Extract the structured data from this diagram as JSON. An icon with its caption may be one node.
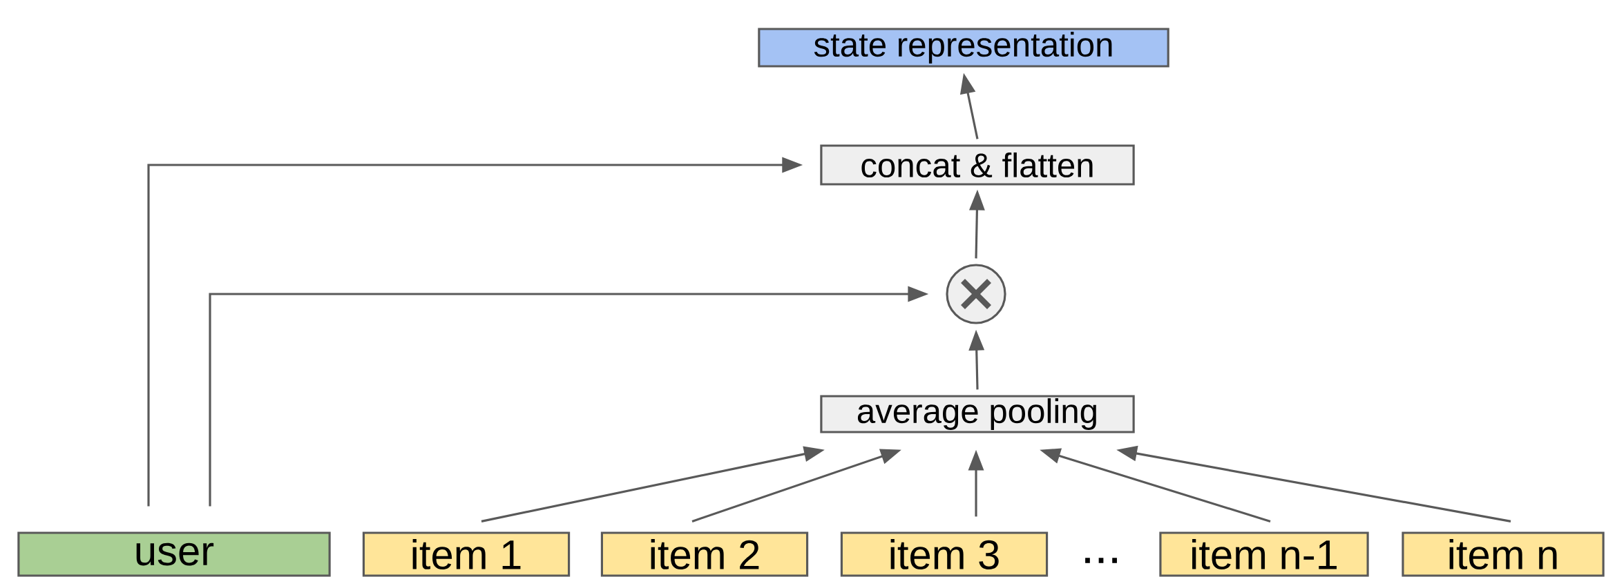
{
  "diagram": {
    "nodes": [
      {
        "text": [
          "state representation"
        ]
      },
      {
        "text": [
          "concat & flatten"
        ]
      },
      {
        "text": [],
        "shape": "circle"
      },
      {
        "text": [
          "average pooling"
        ]
      },
      {
        "text": [
          "user"
        ]
      },
      {
        "text": [
          "item 1"
        ]
      },
      {
        "text": [
          "item 2"
        ]
      },
      {
        "text": [
          "item 3"
        ]
      },
      {
        "text": [
          "item n-1"
        ]
      },
      {
        "text": [
          "item n"
        ]
      }
    ],
    "edges": [
      {
        "from": 5,
        "to": 3,
        "arrow": "to"
      },
      {
        "from": 6,
        "to": 3,
        "arrow": "to"
      },
      {
        "from": 7,
        "to": 3,
        "arrow": "to"
      },
      {
        "from": 8,
        "to": 3,
        "arrow": "to"
      },
      {
        "from": 9,
        "to": 3,
        "arrow": "to"
      },
      {
        "from": 3,
        "to": 2,
        "arrow": "to"
      },
      {
        "from": 2,
        "to": 1,
        "arrow": "to"
      },
      {
        "from": 1,
        "to": 0,
        "arrow": "to"
      },
      {
        "from": 4,
        "to": 2,
        "arrow": "to"
      },
      {
        "from": 4,
        "to": 1,
        "arrow": "to"
      }
    ],
    "labels": [
      "..."
    ]
  }
}
